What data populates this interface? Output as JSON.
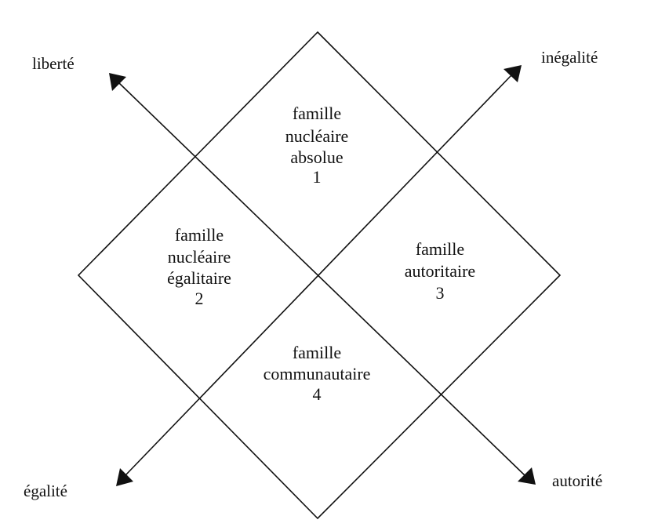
{
  "axes": {
    "liberte": "liberté",
    "inegalite": "inégalité",
    "egalite": "égalité",
    "autorite": "autorité"
  },
  "cells": {
    "top": [
      "famille",
      "nucléaire",
      "absolue",
      "1"
    ],
    "left": [
      "famille",
      "nucléaire",
      "égalitaire",
      "2"
    ],
    "right": [
      "famille",
      "autoritaire",
      "3"
    ],
    "bottom": [
      "famille",
      "communautaire",
      "4"
    ]
  },
  "colors": {
    "ink": "#111111",
    "background": "#ffffff"
  }
}
